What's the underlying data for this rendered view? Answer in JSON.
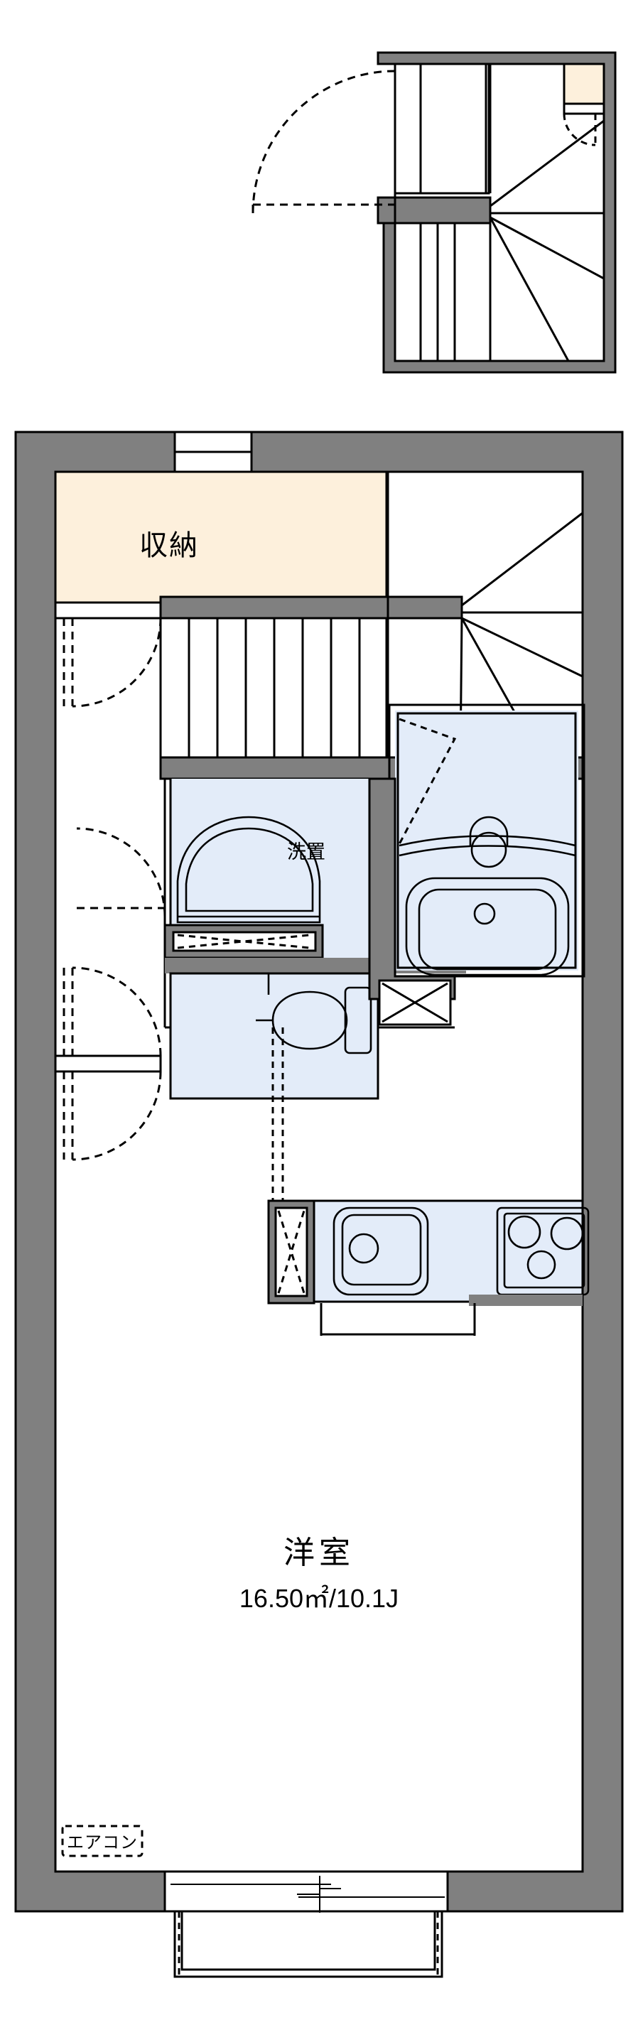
{
  "document": {
    "kind": "floor-plan",
    "title": "",
    "language": "ja"
  },
  "upper_inset": {
    "name": "stair-detail-inset",
    "description": "entry landing and winder staircase detail"
  },
  "rooms": [
    {
      "id": "storage",
      "label": "収納",
      "fill": "#FDF0DC"
    },
    {
      "id": "washer",
      "label": "洗置",
      "fill": "#E3ECF9"
    },
    {
      "id": "main",
      "label": "洋室",
      "area": "16.50㎡/10.1J",
      "area_number": "16.50",
      "area_unit": "㎡",
      "area_jo": "10.1J",
      "fill": "#FFFFFF"
    }
  ],
  "annotations": {
    "aircon": "エアコン"
  },
  "colors": {
    "wall": "#808080",
    "outline": "#000000",
    "storage_fill": "#FDF0DC",
    "wet_fill": "#E3ECF9",
    "page_bg": "#FFFFFF"
  },
  "fixtures": [
    {
      "id": "bathtub",
      "name": "bathtub"
    },
    {
      "id": "washbasin",
      "name": "wash-basin"
    },
    {
      "id": "toilet",
      "name": "toilet"
    },
    {
      "id": "sink",
      "name": "kitchen-sink"
    },
    {
      "id": "stove",
      "name": "three-burner-stove"
    },
    {
      "id": "fridge",
      "name": "refrigerator-space"
    },
    {
      "id": "washer-pan",
      "name": "washing-machine-pan"
    }
  ],
  "openings": [
    {
      "id": "entrance-door",
      "name": "entrance-door"
    },
    {
      "id": "storage-door",
      "name": "storage-door"
    },
    {
      "id": "bath-door",
      "name": "bath-door"
    },
    {
      "id": "toilet-door",
      "name": "toilet-door"
    },
    {
      "id": "balcony-window",
      "name": "balcony-sliding-window"
    },
    {
      "id": "top-window",
      "name": "top-window"
    },
    {
      "id": "inset-door",
      "name": "inset-entrance-door"
    }
  ]
}
